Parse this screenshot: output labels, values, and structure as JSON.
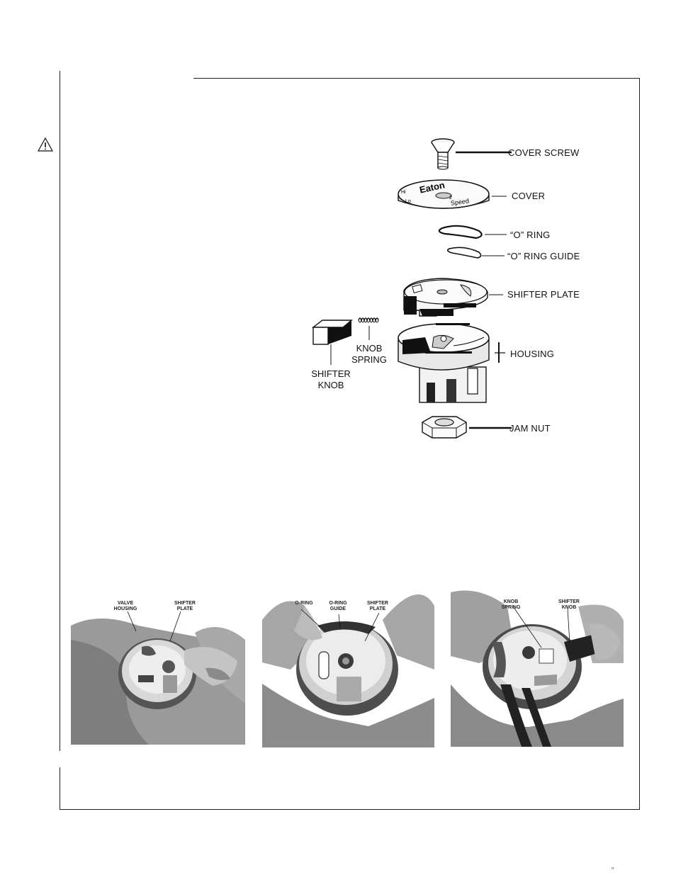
{
  "diagram": {
    "labels": {
      "cover_screw": "COVER SCREW",
      "cover": "COVER",
      "o_ring": "“O” RING",
      "o_ring_guide": "“O” RING GUIDE",
      "shifter_plate": "SHIFTER PLATE",
      "housing": "HOUSING",
      "jam_nut": "JAM NUT",
      "knob_spring_1": "KNOB",
      "knob_spring_2": "SPRING",
      "shifter_knob_1": "SHIFTER",
      "shifter_knob_2": "KNOB"
    },
    "cover_text": {
      "brand": "Eaton",
      "hi": "Hi",
      "lo": "Lo",
      "speed": "Speed",
      "two": "2"
    }
  },
  "photos": [
    {
      "labels": [
        {
          "line1": "VALVE",
          "line2": "HOUSING"
        },
        {
          "line1": "SHIFTER",
          "line2": "PLATE"
        }
      ]
    },
    {
      "labels": [
        {
          "line1": "O-RING",
          "line2": ""
        },
        {
          "line1": "O-RING",
          "line2": "GUIDE"
        },
        {
          "line1": "SHIFTER",
          "line2": "PLATE"
        }
      ]
    },
    {
      "labels": [
        {
          "line1": "KNOB",
          "line2": "SPRING"
        },
        {
          "line1": "SHIFTER",
          "line2": "KNOB"
        }
      ]
    }
  ],
  "page_mark": "\""
}
